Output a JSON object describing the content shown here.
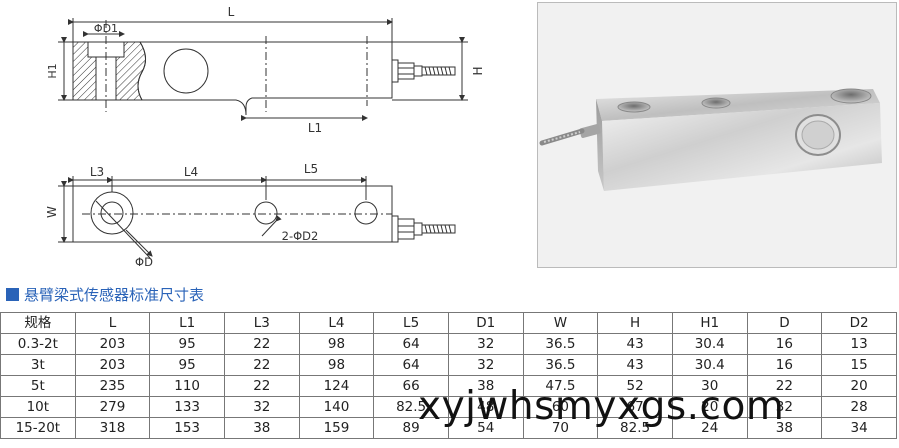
{
  "drawing": {
    "top_view": {
      "L": "L",
      "D1": "ΦD1",
      "H1": "H1",
      "H": "H",
      "L1": "L1"
    },
    "side_view": {
      "L3": "L3",
      "L4": "L4",
      "L5": "L5",
      "W": "W",
      "D2": "2-ΦD2",
      "D": "ΦD"
    }
  },
  "section_title": "悬臂梁式传感器标准尺寸表",
  "table": {
    "headers": [
      "规格",
      "L",
      "L1",
      "L3",
      "L4",
      "L5",
      "D1",
      "W",
      "H",
      "H1",
      "D",
      "D2"
    ],
    "rows": [
      [
        "0.3-2t",
        "203",
        "95",
        "22",
        "98",
        "64",
        "32",
        "36.5",
        "43",
        "30.4",
        "16",
        "13"
      ],
      [
        "3t",
        "203",
        "95",
        "22",
        "98",
        "64",
        "32",
        "36.5",
        "43",
        "30.4",
        "16",
        "15"
      ],
      [
        "5t",
        "235",
        "110",
        "22",
        "124",
        "66",
        "38",
        "47.5",
        "52",
        "30",
        "22",
        "20"
      ],
      [
        "10t",
        "279",
        "133",
        "32",
        "140",
        "82.5",
        "48",
        "60",
        "67",
        "20",
        "32",
        "28"
      ],
      [
        "15-20t",
        "318",
        "153",
        "38",
        "159",
        "89",
        "54",
        "70",
        "82.5",
        "24",
        "38",
        "34"
      ]
    ]
  },
  "watermark": "xyjwhsmyxgs.com"
}
